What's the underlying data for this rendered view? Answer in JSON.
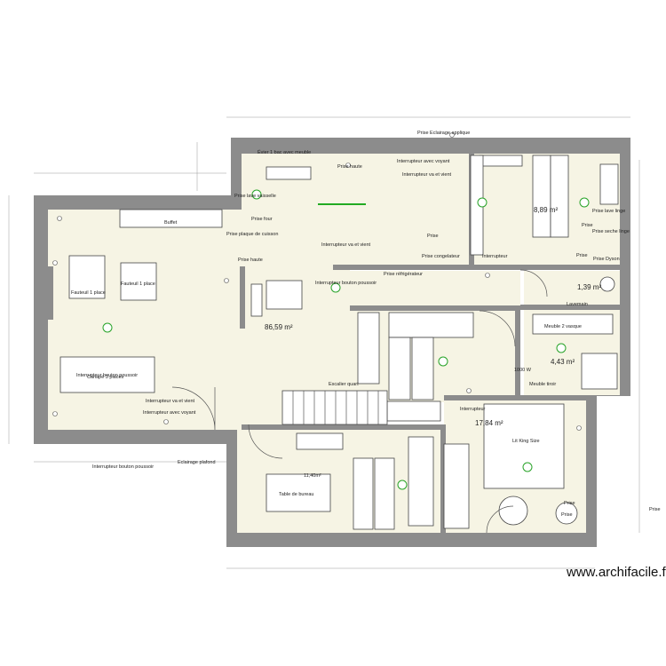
{
  "watermark": "www.archifacile.fr",
  "rooms": [
    {
      "id": "salon",
      "area": "86,59 m²"
    },
    {
      "id": "chambre-1",
      "area": "8,89 m²"
    },
    {
      "id": "wc",
      "area": "1,39 m²"
    },
    {
      "id": "sdb",
      "area": "4,43 m²"
    },
    {
      "id": "chambre-2",
      "area": "17,84 m²"
    },
    {
      "id": "bureau",
      "area": "11,40m²"
    }
  ],
  "labels": {
    "prise_eclairage_applique": "Prise  Eclairage applique",
    "evier": "Évier 1 bac avec meuble",
    "prise_haut": "Prise haute",
    "interrupteur_voyant_top": "Interrupteur avec voyant",
    "interrupteur_va_vient_top": "Interrupteur va et vient",
    "prise_lave_vaisselle": "Prise lave vaisselle",
    "prise_four": "Prise four",
    "prise_plaque": "Prise plaque de cuisson",
    "prise_haute_2": "Prise haute",
    "interrupteur_va_vient_2": "Interrupteur va et vient",
    "prise": "Prise",
    "prise_congelateur": "Prise congelateur",
    "interrupteur_1": "Interrupteur",
    "prise_2": "Prise",
    "prise_lave_linge": "Prise lave linge",
    "prise_seche_linge": "Prise seche linge",
    "prise_3": "Prise",
    "prise_dyson": "Prise Dyson",
    "buffet": "Buffet",
    "fauteuil_1": "Fauteuil 1 place",
    "fauteuil_2": "Fauteuil 1 place",
    "prise_refrigerateur": "Prise réfrigérateur",
    "interrupteur_bouton_top": "Interrupteur bouton poussoir",
    "lavemain": "Lavemain",
    "canape": "Canapé 3 places",
    "interrupteur_bouton_mid": "Interrupteur bouton poussoir",
    "meuble_vasque": "Meuble 2 vasque",
    "escalier": "Escalier quart",
    "meuble_tiroir": "Meuble tiroir",
    "interrupteur_va_vient_low": "Interrupteur va et vient",
    "interrupteur_voyant_low": "Interrupteur avec voyant",
    "interrupteur_small": "Interrupteur",
    "lit": "Lit King Size",
    "eclairage_plafond": "Eclairage plafond",
    "interrupteur_bouton_low": "Interrupteur bouton poussoir",
    "table_bureau": "Table de bureau",
    "prise_right": "Prise",
    "prise_4": "Prise",
    "prise_5": "Prise",
    "dim_small": "1000 W"
  }
}
